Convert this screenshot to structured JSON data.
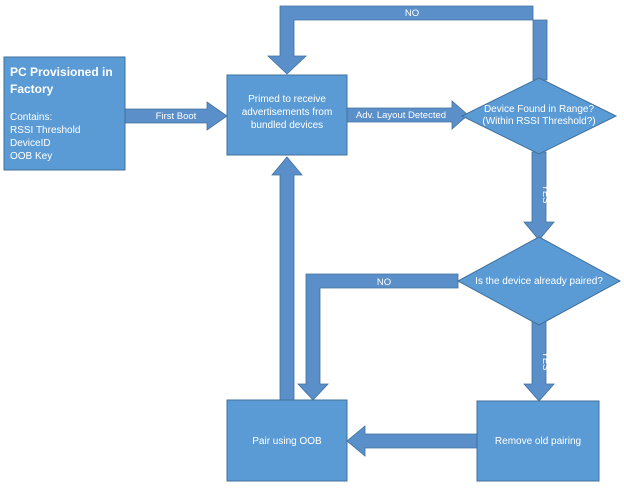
{
  "colors": {
    "node_fill": "#5b9bd5",
    "node_stroke": "#41719c",
    "arrow_fill": "#5b8fc9",
    "text": "#ffffff"
  },
  "nodes": {
    "pc_provisioned": {
      "title_line1": "PC Provisioned in",
      "title_line2": "Factory",
      "contains_label": "Contains:",
      "items": [
        "RSSI Threshold",
        "DeviceID",
        "OOB Key"
      ]
    },
    "primed": {
      "lines": [
        "Primed to receive",
        "advertisements from",
        "bundled devices"
      ]
    },
    "device_found": {
      "lines": [
        "Device Found in Range?",
        "(Within RSSI Threshold?)"
      ]
    },
    "already_paired": {
      "lines": [
        "Is the device already paired?"
      ]
    },
    "remove_pairing": {
      "lines": [
        "Remove old pairing"
      ]
    },
    "pair_oob": {
      "lines": [
        "Pair using OOB"
      ]
    }
  },
  "arrows": {
    "first_boot": "First Boot",
    "adv_detected": "Adv. Layout Detected",
    "found_no": "NO",
    "found_yes": "YES",
    "paired_no": "NO",
    "paired_yes": "YES"
  }
}
